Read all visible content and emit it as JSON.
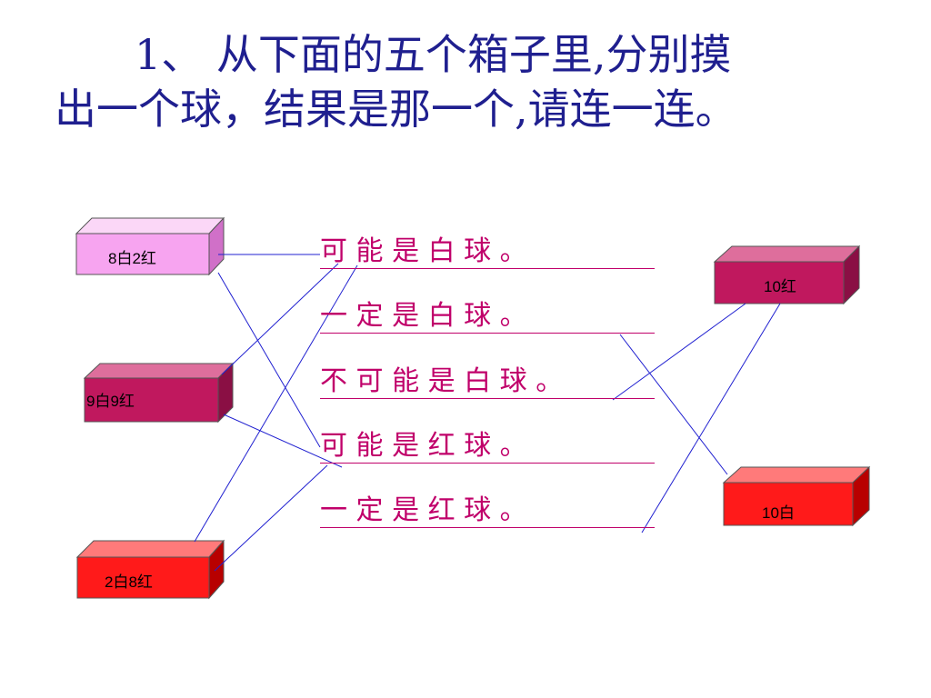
{
  "title": {
    "line1": "1、 从下面的五个箱子里,分别摸",
    "line2": "出一个球，结果是那一个,请连一连。"
  },
  "boxes": [
    {
      "id": "box-8w2r",
      "label": "8白2红",
      "front": "#f7a4f0",
      "top": "#fbd7f7",
      "side": "#d070c8"
    },
    {
      "id": "box-9w9r",
      "label": "9白9红",
      "front": "#c0185e",
      "top": "#de6e9c",
      "side": "#8a0f44"
    },
    {
      "id": "box-2w8r",
      "label": "2白8红",
      "front": "#ff1a1a",
      "top": "#ff7a7a",
      "side": "#b80000"
    },
    {
      "id": "box-10r",
      "label": "10红",
      "front": "#c0185e",
      "top": "#de6e9c",
      "side": "#8a0f44"
    },
    {
      "id": "box-10w",
      "label": "10白",
      "front": "#ff1a1a",
      "top": "#ff7a7a",
      "side": "#b80000"
    }
  ],
  "statements": [
    "可  能  是  白  球  。",
    "一  定  是  白  球  。",
    "不 可 能 是 白 球 。",
    "可  能  是  红  球  。",
    "一  定  是  红  球  。"
  ],
  "colors": {
    "title": "#1f1f8f",
    "statement": "#c0006a",
    "connector": "#2020d0"
  }
}
